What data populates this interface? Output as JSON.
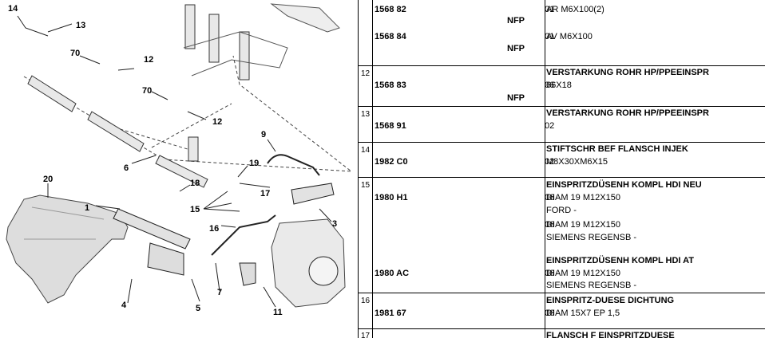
{
  "diagram": {
    "callouts": [
      "14",
      "13",
      "70",
      "12",
      "70",
      "12",
      "9",
      "6",
      "19",
      "18",
      "17",
      "15",
      "16",
      "20",
      "1",
      "3",
      "4",
      "5",
      "7",
      "11"
    ]
  },
  "rows": [
    {
      "pos": "",
      "ref": "1568 82",
      "nfp": "NFP",
      "qty": "01",
      "desc_title": "",
      "lines": [
        "AR M6X100(2)"
      ]
    },
    {
      "pos": "",
      "ref": "1568 84",
      "nfp": "NFP",
      "qty": "01",
      "desc_title": "",
      "lines": [
        "AV M6X100"
      ]
    },
    {
      "pos": "12",
      "ref": "1568 83",
      "nfp": "NFP",
      "qty": "06",
      "desc_title": "VERSTARKUNG ROHR HP/PPEEINSPR",
      "lines": [
        "66X18"
      ]
    },
    {
      "pos": "13",
      "ref": "1568 91",
      "nfp": "",
      "qty": "02",
      "desc_title": "VERSTARKUNG ROHR HP/PPEEINSPR",
      "lines": []
    },
    {
      "pos": "14",
      "ref": "1982 C0",
      "nfp": "",
      "qty": "02",
      "desc_title": "STIFTSCHR BEF FLANSCH INJEK",
      "lines": [
        "M8X30XM6X15"
      ]
    },
    {
      "pos": "15",
      "ref": "1980 H1",
      "nfp": "",
      "qty": "06",
      "qty2": "06",
      "desc_title": "EINSPRITZDÜSENH KOMPL HDI NEU",
      "lines": [
        "DIAM 19 M12X150",
        "FORD -",
        "DIAM 19 M12X150",
        "SIEMENS REGENSB -"
      ],
      "ref2": "1980 AC",
      "qty3": "06",
      "desc_title2": "EINSPRITZDÜSENH KOMPL HDI AT",
      "lines2": [
        "DIAM 19 M12X150",
        "SIEMENS REGENSB -"
      ]
    },
    {
      "pos": "16",
      "ref": "1981 67",
      "nfp": "",
      "qty": "06",
      "desc_title": "EINSPRITZ-DUESE DICHTUNG",
      "lines": [
        "DIAM 15X7 EP 1,5"
      ]
    },
    {
      "pos": "17",
      "ref": "",
      "nfp": "",
      "qty": "",
      "desc_title": "FLANSCH F EINSPRITZDUESE",
      "lines": []
    }
  ]
}
